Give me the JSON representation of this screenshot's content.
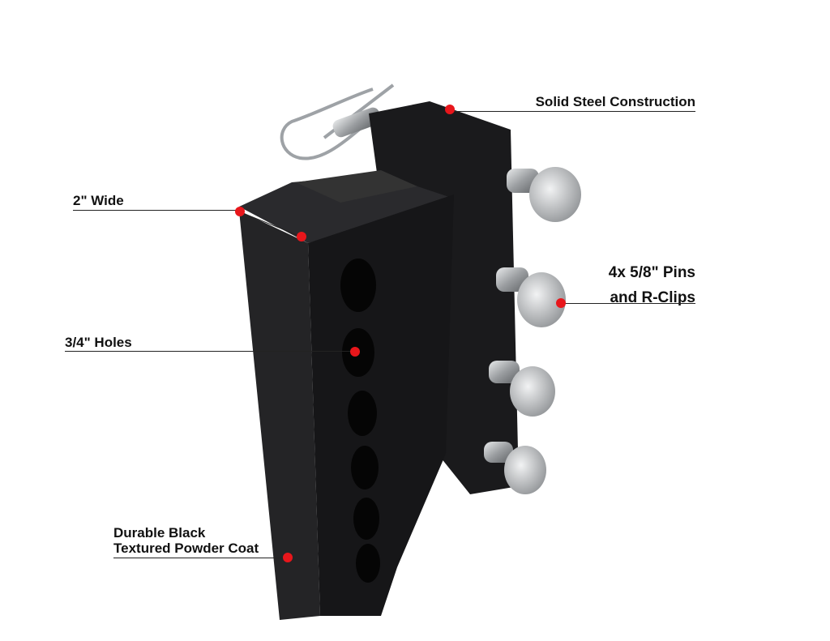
{
  "callouts": [
    {
      "id": "steel",
      "lines": [
        "Solid Steel Construction"
      ]
    },
    {
      "id": "wide",
      "lines": [
        "2\" Wide"
      ]
    },
    {
      "id": "pins",
      "lines": [
        "4x 5/8\" Pins",
        "and R-Clips"
      ]
    },
    {
      "id": "holes",
      "lines": [
        "3/4\" Holes"
      ]
    },
    {
      "id": "coat",
      "lines": [
        "Durable Black",
        "Textured Powder Coat"
      ]
    }
  ],
  "colors": {
    "dot": "#e8161b",
    "body": "#1c1c1e",
    "steel": "#b9bcbf"
  }
}
